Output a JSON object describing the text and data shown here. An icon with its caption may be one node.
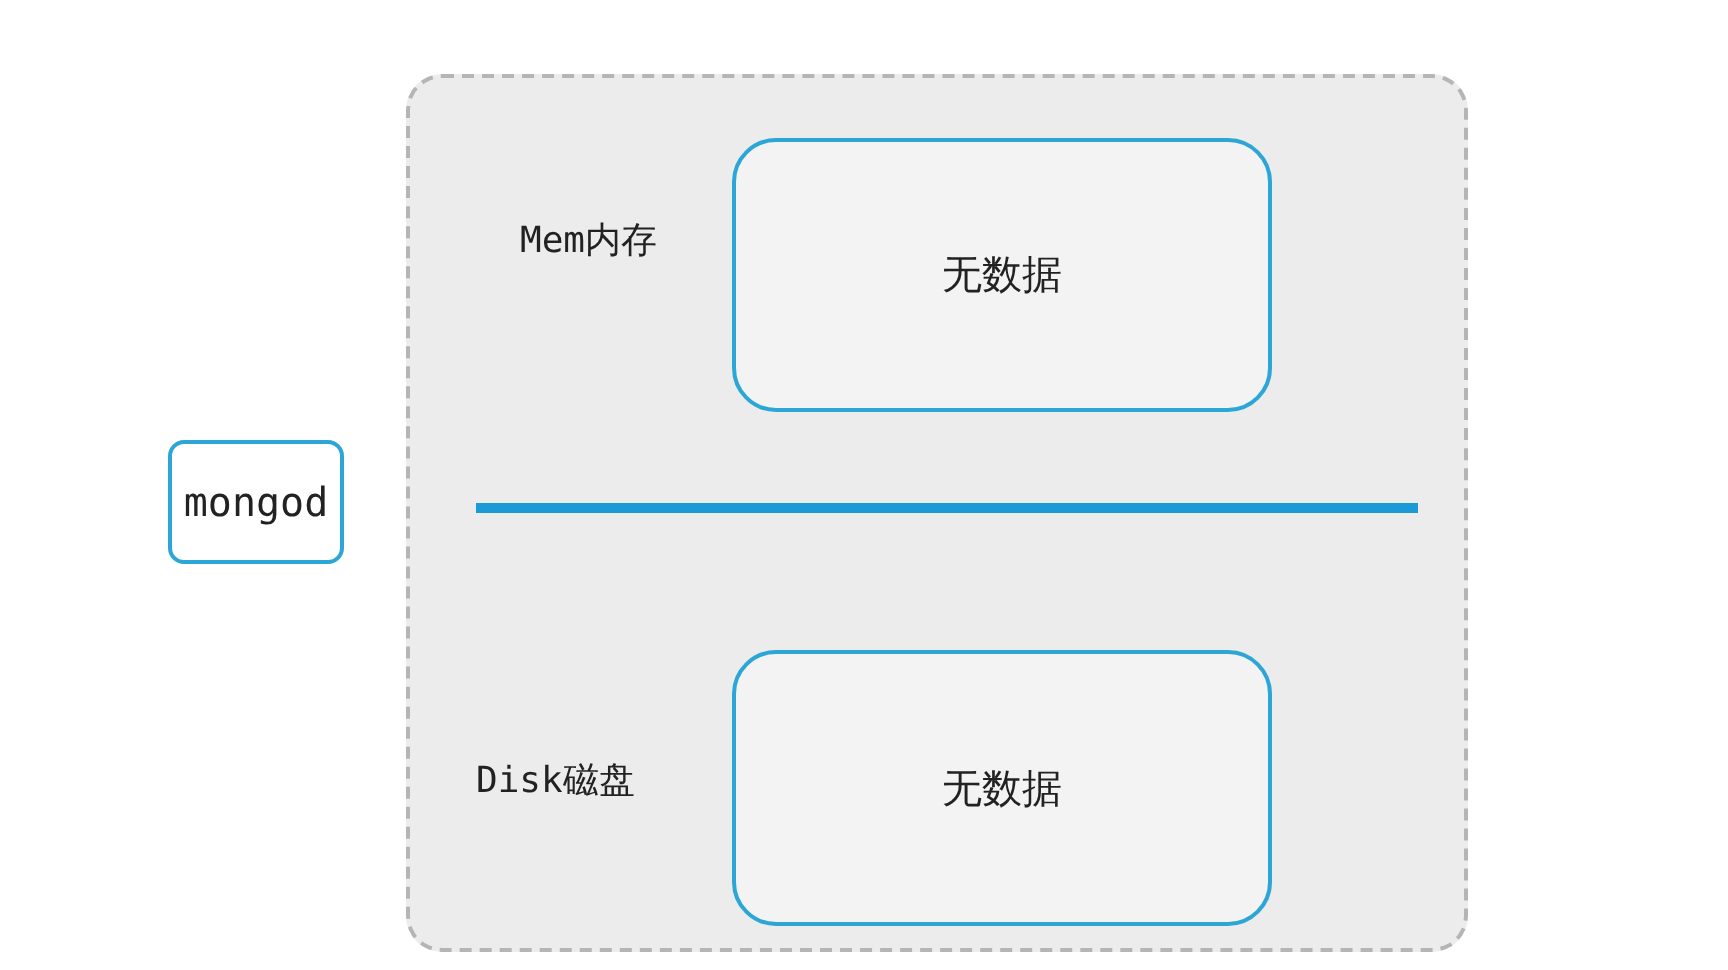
{
  "diagram": {
    "nodes": [
      {
        "text": [
          "mongod"
        ]
      },
      {
        "text": [],
        "shape": "box"
      },
      {
        "text": [
          "无数据"
        ],
        "in": 1,
        "beside": [
          "Mem内存"
        ]
      },
      {
        "text": [
          "无数据"
        ],
        "in": 1,
        "beside": [
          "Disk磁盘"
        ]
      }
    ]
  }
}
